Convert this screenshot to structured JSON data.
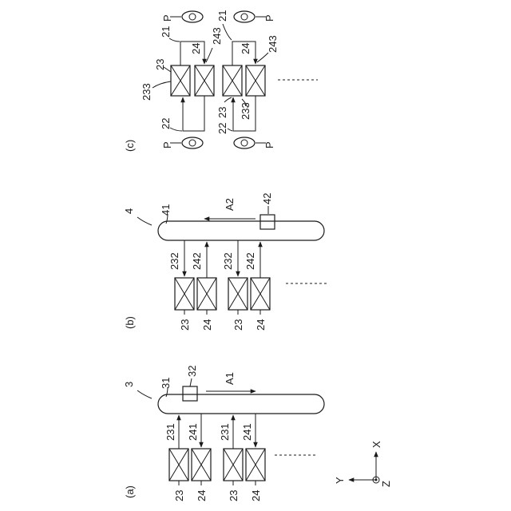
{
  "panels": {
    "a": {
      "label": "(a)",
      "system": "3",
      "rail": "31",
      "carrier": "32",
      "arrow": "A1",
      "units": [
        {
          "id": "23",
          "port": "231"
        },
        {
          "id": "24",
          "port": "241"
        },
        {
          "id": "23",
          "port": "231"
        },
        {
          "id": "24",
          "port": "241"
        }
      ]
    },
    "b": {
      "label": "(b)",
      "system": "4",
      "rail": "41",
      "carrier": "42",
      "arrow": "A2",
      "units": [
        {
          "id": "23",
          "port": "232"
        },
        {
          "id": "24",
          "port": "242"
        },
        {
          "id": "23",
          "port": "232"
        },
        {
          "id": "24",
          "port": "242"
        }
      ]
    },
    "c": {
      "label": "(c)",
      "person": "P",
      "labels": {
        "flow_top": "21",
        "flow_bottom": "22",
        "unit_a": "23",
        "unit_b": "24",
        "port_a": "233",
        "port_b": "243"
      }
    }
  },
  "axes": {
    "x": "X",
    "y": "Y",
    "z": "Z"
  }
}
